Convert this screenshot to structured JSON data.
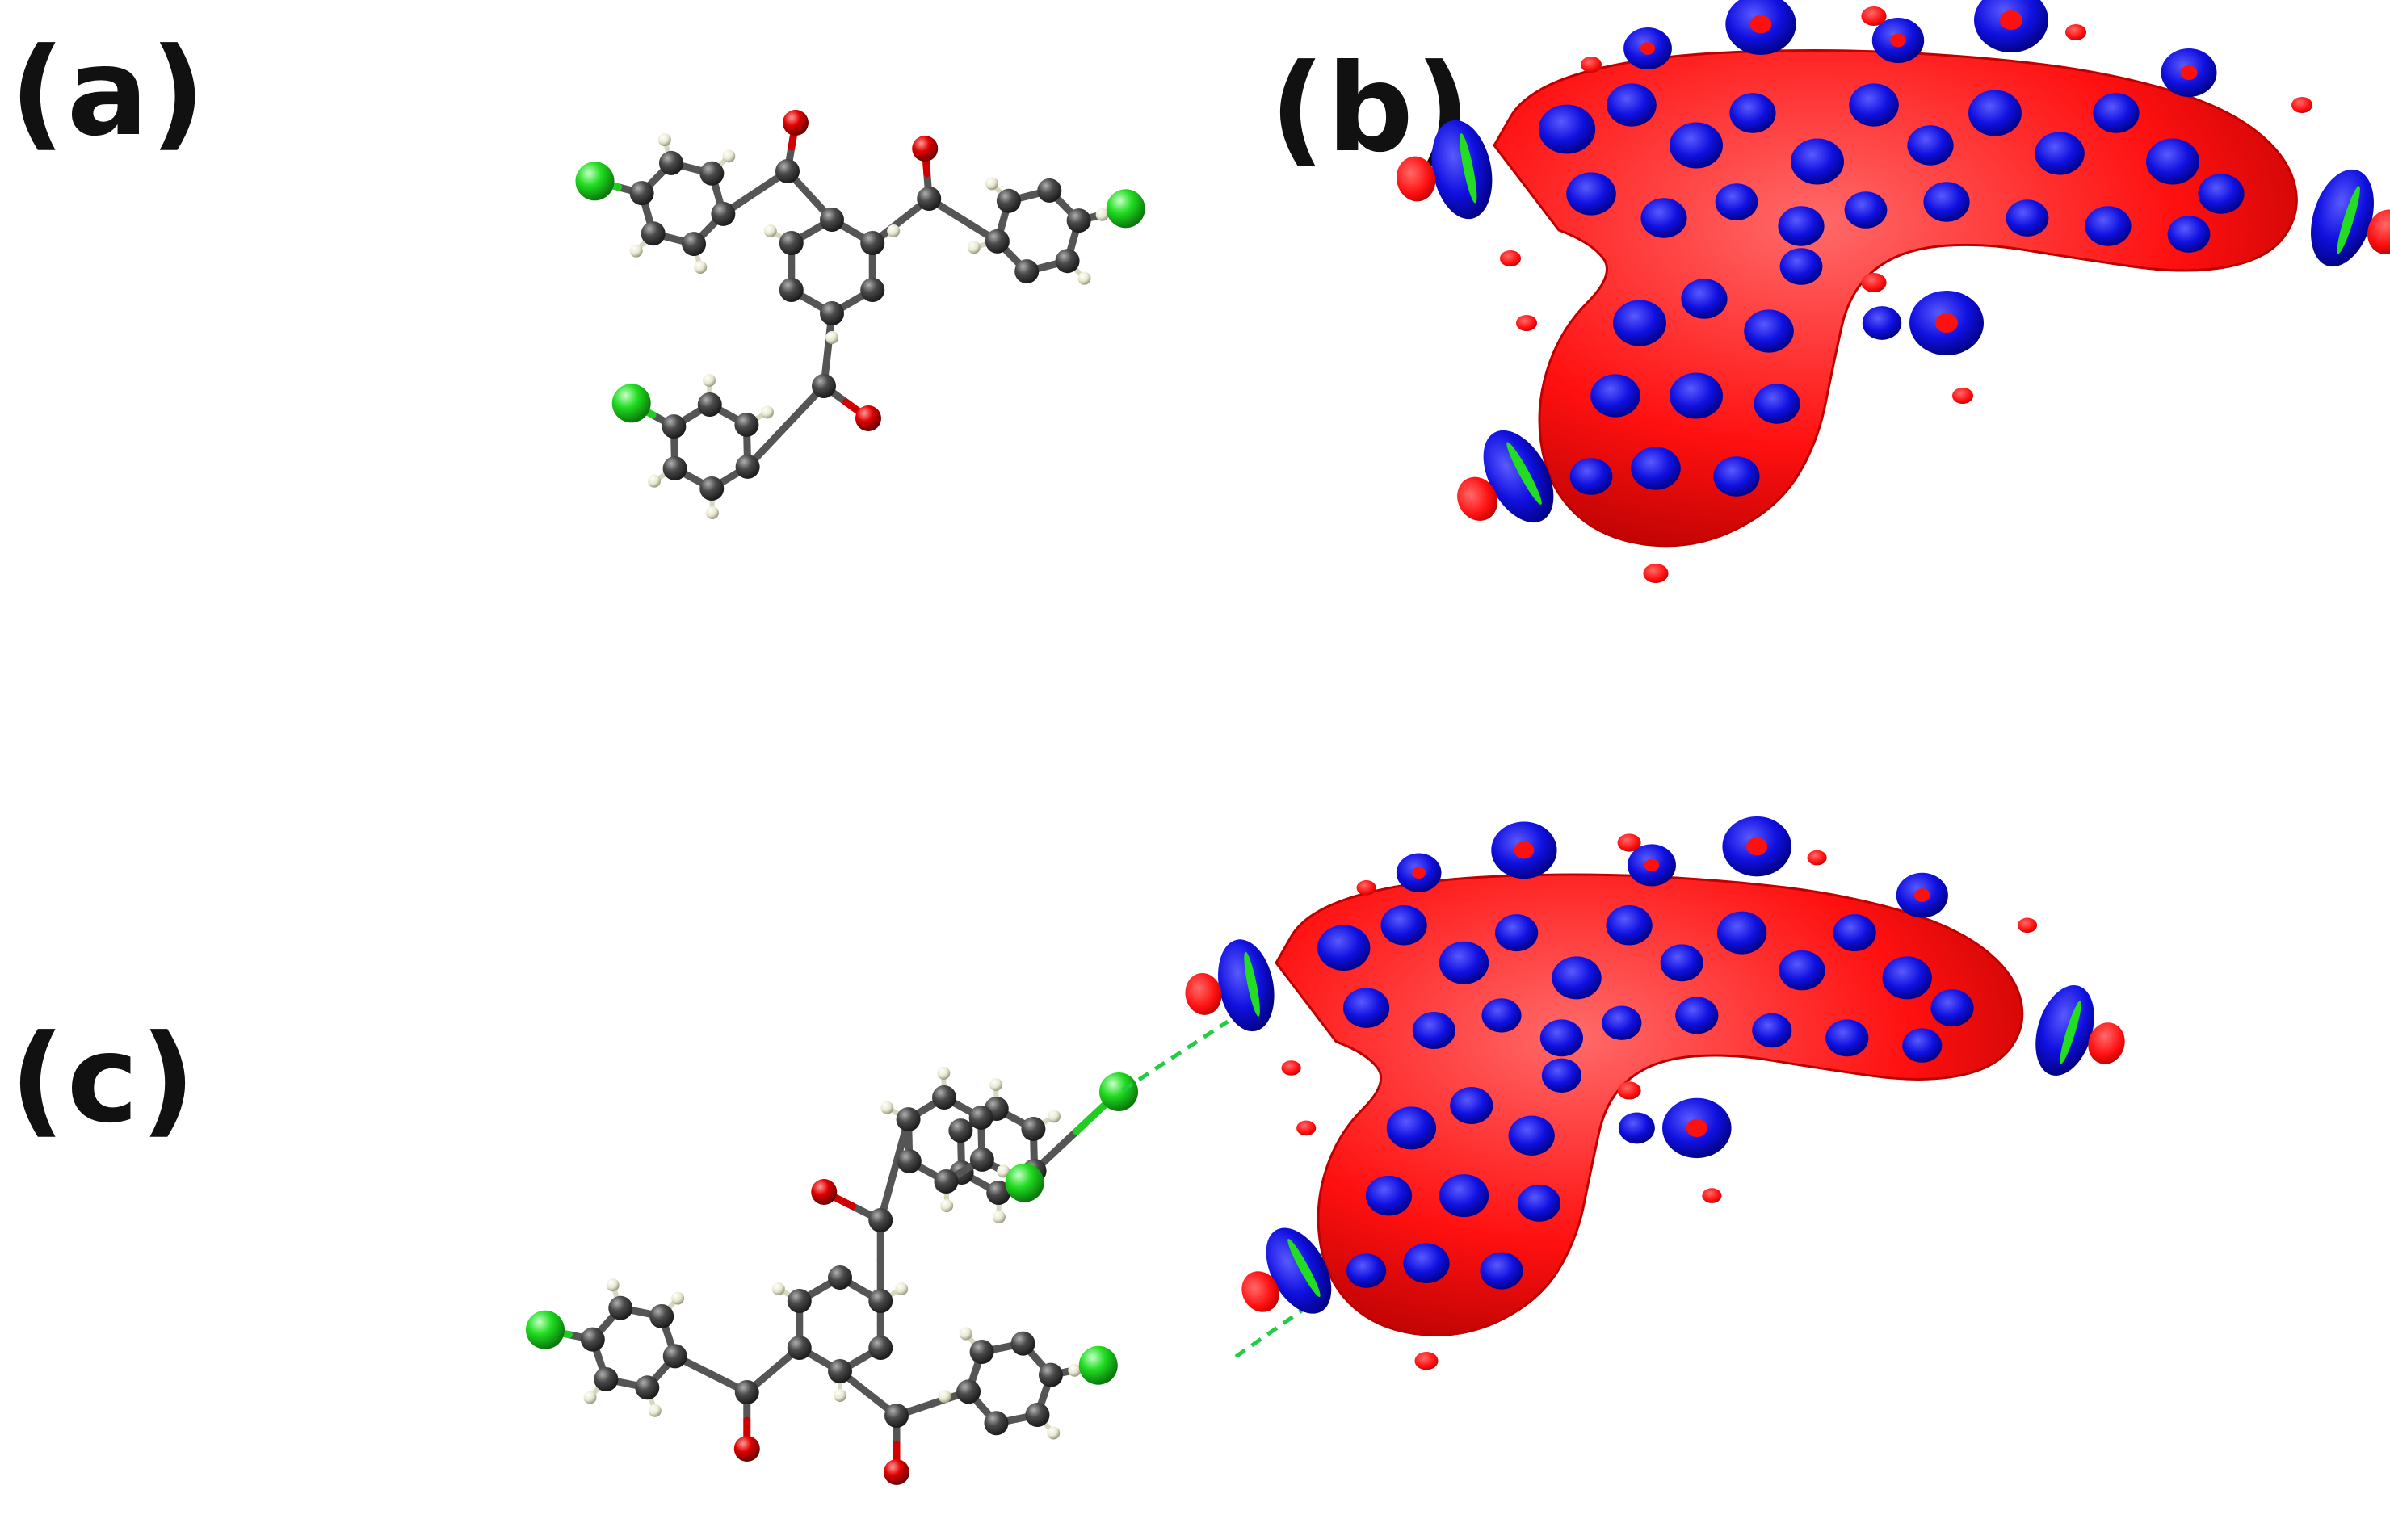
{
  "panels": {
    "a": {
      "label": "(a)"
    },
    "b": {
      "label": "(b)"
    },
    "c": {
      "label": "(c)"
    }
  },
  "colors": {
    "carbon": "#4a4a4a",
    "hydrogen": "#f2f2dc",
    "oxygen": "#e00000",
    "chlorine": "#22dd22",
    "surface_negative": "#ff1010",
    "surface_positive": "#1010e0",
    "halogen_bond_line": "#22cc44",
    "label_text": "#111111",
    "background": "#ffffff"
  },
  "atom_types": [
    "carbon",
    "hydrogen",
    "oxygen",
    "chlorine"
  ],
  "interactions": [
    "halogen-bond-dashed-line"
  ]
}
